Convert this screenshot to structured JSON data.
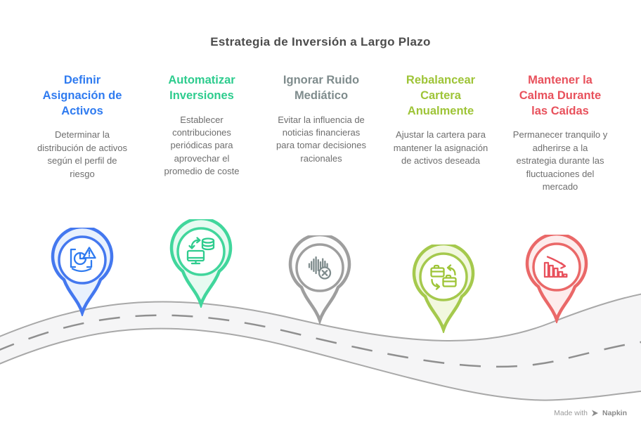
{
  "title": "Estrategia de Inversión a Largo Plazo",
  "steps": [
    {
      "heading": "Definir Asignación de Activos",
      "description": "Determinar la distribución de activos según el perfil de riesgo",
      "icon": "pie-chart-warning-icon",
      "color": "#2f7bf0",
      "pin_color": "#4478ef",
      "tint": "#e9f1fd"
    },
    {
      "heading": "Automatizar Inversiones",
      "description": "Establecer contribuciones periódicas para aprovechar el promedio de coste",
      "icon": "monitor-coins-sync-icon",
      "color": "#2ecc8e",
      "pin_color": "#41d69c",
      "tint": "#e7faf1"
    },
    {
      "heading": "Ignorar Ruido Mediático",
      "description": "Evitar la influencia de noticias financieras para tomar decisiones racionales",
      "icon": "soundwave-mute-icon",
      "color": "#7f8c8d",
      "pin_color": "#9e9e9e",
      "tint": "#fcfcfc"
    },
    {
      "heading": "Rebalancear Cartera Anualmente",
      "description": "Ajustar la cartera para mantener la asignación de activos deseada",
      "icon": "briefcase-exchange-icon",
      "color": "#9ec437",
      "pin_color": "#a5c94d",
      "tint": "#f2f8df"
    },
    {
      "heading": "Mantener la Calma Durante las Caídas",
      "description": "Permanecer tranquilo y adherirse a la estrategia durante las fluctuaciones del mercado",
      "icon": "declining-bar-chart-icon",
      "color": "#e8515c",
      "pin_color": "#ea6868",
      "tint": "#fdecec"
    }
  ],
  "footer": {
    "made_with": "Made with",
    "brand": "Napkin"
  },
  "colors": {
    "title": "#4c4c4c",
    "body_text": "#6e6e6e",
    "road_fill": "#f5f5f6",
    "road_edge": "#a8a8a8",
    "road_dash": "#8f8f8f",
    "footer_text": "#9b9b9b",
    "background": "#ffffff"
  }
}
